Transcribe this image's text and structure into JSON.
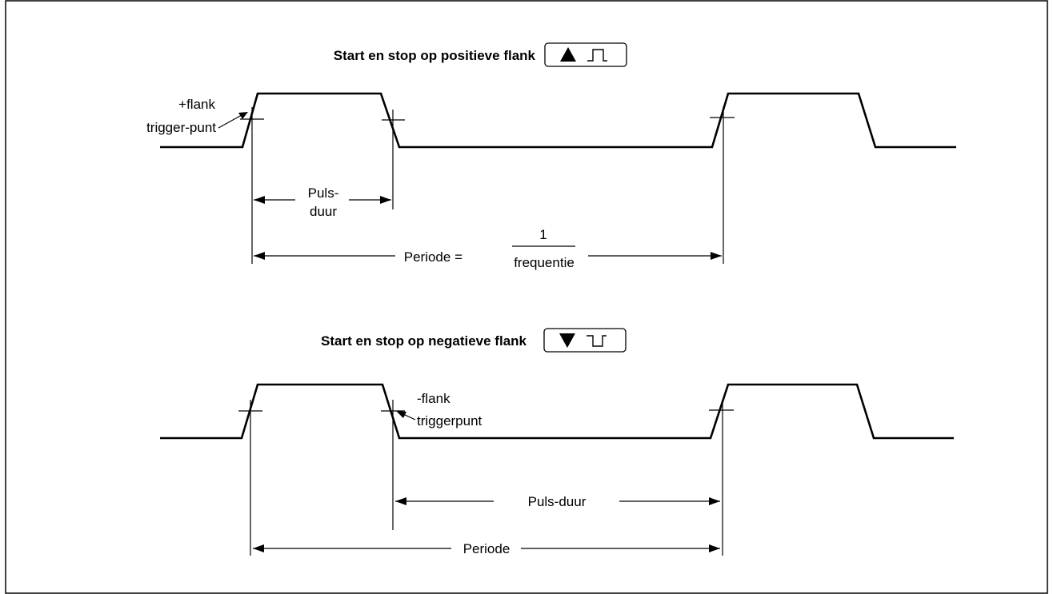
{
  "colors": {
    "line": "#000000",
    "background": "#ffffff"
  },
  "top": {
    "title": "Start en stop op positieve flank",
    "button": {
      "triangle_icon": "triangle-up-icon",
      "pulse_icon": "positive-pulse-icon"
    },
    "edge_label_line1": "+flank",
    "edge_label_line2": "trigger-punt",
    "pulse_label_line1": "Puls-",
    "pulse_label_line2": "duur",
    "period_label": "Periode =",
    "fraction_numerator": "1",
    "fraction_denominator": "frequentie"
  },
  "bottom": {
    "title": "Start en stop op negatieve flank",
    "button": {
      "triangle_icon": "triangle-down-icon",
      "pulse_icon": "negative-pulse-icon"
    },
    "edge_label_line1": "-flank",
    "edge_label_line2": "triggerpunt",
    "pulse_label": "Puls-duur",
    "period_label": "Periode"
  }
}
